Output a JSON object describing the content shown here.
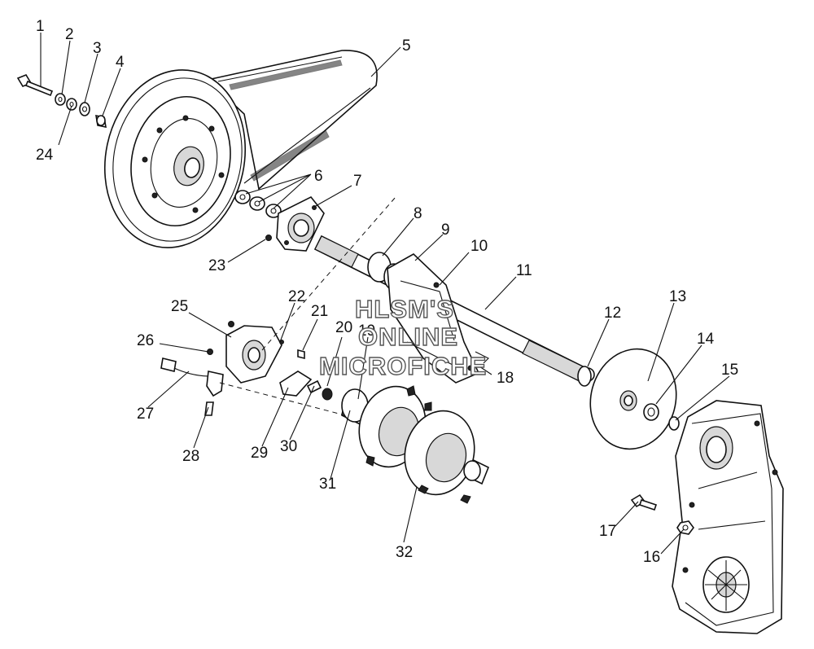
{
  "watermark": {
    "line1": "HLSM'S",
    "line2": "ONLINE",
    "line3": "MICROFICHE"
  },
  "callouts": [
    "1",
    "2",
    "3",
    "4",
    "5",
    "6",
    "7",
    "8",
    "9",
    "10",
    "11",
    "12",
    "13",
    "14",
    "15",
    "16",
    "17",
    "18",
    "19",
    "20",
    "21",
    "22",
    "23",
    "24",
    "25",
    "26",
    "27",
    "28",
    "29",
    "30",
    "31",
    "32"
  ]
}
